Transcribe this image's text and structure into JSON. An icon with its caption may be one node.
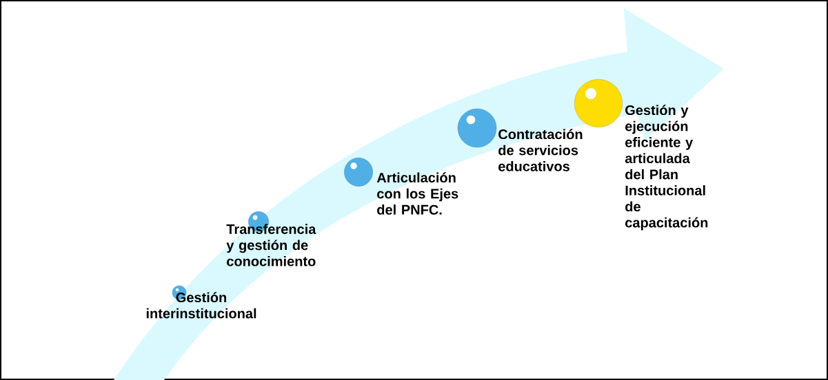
{
  "diagram": {
    "nodes": [
      {
        "text": [],
        "shape": "circle",
        "beside": [
          "Gestión interinstitucional"
        ]
      },
      {
        "text": [],
        "shape": "circle",
        "beside": [
          "Transferencia y gestión de conocimiento"
        ]
      },
      {
        "text": [],
        "shape": "circle",
        "beside": [
          "Articulación con los Ejes del PNFC."
        ]
      },
      {
        "text": [],
        "shape": "circle",
        "beside": [
          "Contratación de servicios educativos"
        ]
      },
      {
        "text": [],
        "shape": "circle",
        "beside": [
          "Gestión y ejecución eficiente y articulada del Plan Institucional de capacitación"
        ]
      }
    ]
  }
}
